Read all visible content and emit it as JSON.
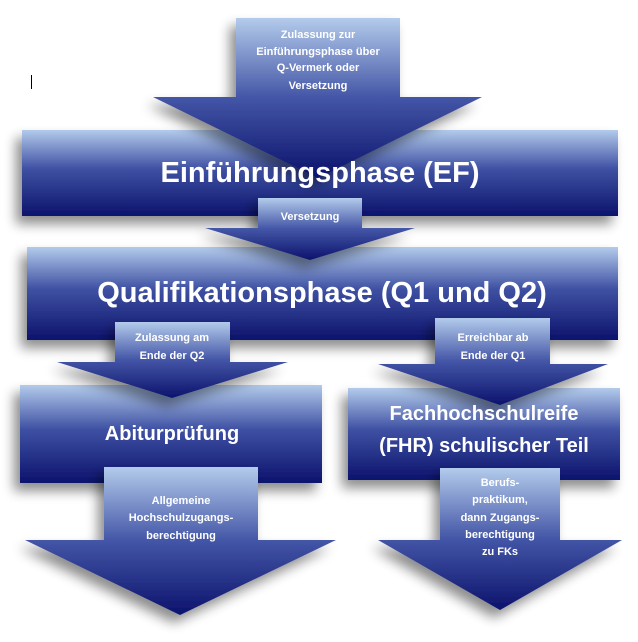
{
  "colors": {
    "light": "#b3cbeb",
    "mid": "#3f51a3",
    "dark": "#0c136c"
  },
  "arrows": {
    "entry": [
      "Zulassung zur",
      "Einführungsphase über",
      "Q-Vermerk oder",
      "Versetzung"
    ],
    "promotion": [
      "Versetzung"
    ],
    "admission_q2": [
      "Zulassung am",
      "Ende der Q2"
    ],
    "reachable_q1": [
      "Erreichbar ab",
      "Ende der Q1"
    ],
    "general": [
      "Allgemeine",
      "Hochschulzugangs-",
      "berechtigung"
    ],
    "internship": [
      "Berufs-",
      "praktikum,",
      "dann Zugangs-",
      "berechtigung",
      "zu FKs"
    ]
  },
  "boxes": {
    "ef": "Einführungsphase (EF)",
    "q": "Qualifikationsphase (Q1 und Q2)",
    "abitur": "Abiturprüfung",
    "fhr": [
      "Fachhochschulreife",
      "(FHR) schulischer Teil"
    ]
  }
}
